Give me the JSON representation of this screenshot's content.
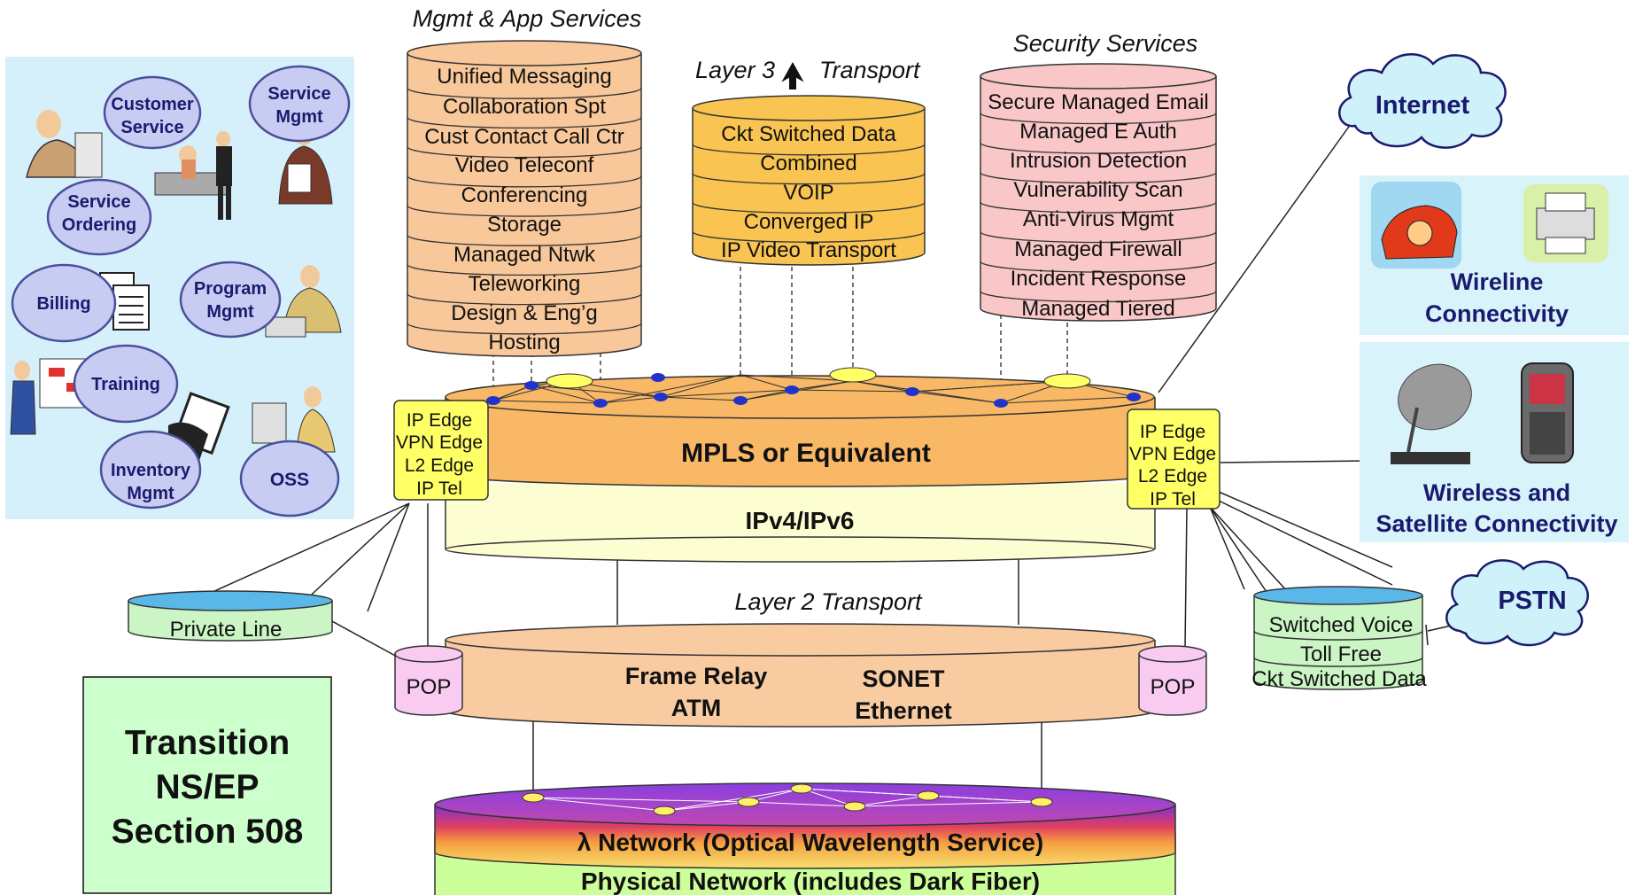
{
  "palette": {
    "mgmt_fill": "#F9C89A",
    "layer3_fill": "#F9C451",
    "security_fill": "#F9C7C8",
    "left_panel": "#D6F0FB",
    "right_panel": "#D9F3FB",
    "cloud": "#CFF1FA",
    "mpls": "#F8B866",
    "ipv": "#FDFDD2",
    "layer2": "#F9CBA0",
    "edge_box": "#FFFF66",
    "pop": "#FACBF1",
    "green_db": "#CBF5C5",
    "transition_box": "#CCFFCC",
    "node": "#2233CC"
  },
  "headings": {
    "mgmt": "Mgmt & App Services",
    "layer3_pre": "Layer 3",
    "layer3_post": "Transport",
    "security": "Security Services",
    "layer2": "Layer 2  Transport"
  },
  "mgmt_services": [
    "Unified Messaging",
    "Collaboration Spt",
    "Cust Contact Call Ctr",
    "Video Teleconf",
    "Conferencing",
    "Storage",
    "Managed Ntwk",
    "Teleworking",
    "Design & Eng’g",
    "Hosting"
  ],
  "layer3_services": [
    "Ckt Switched Data",
    "Combined",
    "VOIP",
    "Converged IP",
    "IP Video Transport"
  ],
  "security_services": [
    "Secure Managed Email",
    "Managed E Auth",
    "Intrusion Detection",
    "Vulnerability Scan",
    "Anti-Virus Mgmt",
    "Managed Firewall",
    "Incident Response",
    "Managed Tiered"
  ],
  "left_panel": {
    "ovals": [
      {
        "line1": "Customer",
        "line2": "Service"
      },
      {
        "line1": "Service",
        "line2": "Mgmt"
      },
      {
        "line1": "Service",
        "line2": "Ordering"
      },
      {
        "line1": "Billing",
        "line2": ""
      },
      {
        "line1": "Program",
        "line2": "Mgmt"
      },
      {
        "line1": "Training",
        "line2": ""
      },
      {
        "line1": "Inventory",
        "line2": "Mgmt"
      },
      {
        "line1": "OSS",
        "line2": ""
      }
    ]
  },
  "edge_left": [
    "IP Edge",
    "VPN Edge",
    "L2 Edge",
    "IP Tel"
  ],
  "edge_right": [
    "IP Edge",
    "VPN Edge",
    "L2 Edge",
    "IP Tel"
  ],
  "core": {
    "mpls": "MPLS or Equivalent",
    "ipv": "IPv4/IPv6"
  },
  "layer2": {
    "col1_a": "Frame Relay",
    "col1_b": "ATM",
    "col2_a": "SONET",
    "col2_b": "Ethernet"
  },
  "pop_label": "POP",
  "private_line": "Private Line",
  "pstn_services": [
    "Switched Voice",
    "Toll Free",
    "Ckt Switched Data"
  ],
  "clouds": {
    "internet": "Internet",
    "pstn": "PSTN"
  },
  "right_panels": {
    "wireline": {
      "line1": "Wireline",
      "line2": "Connectivity"
    },
    "wireless": {
      "line1": "Wireless and",
      "line2": "Satellite Connectivity"
    }
  },
  "transition": [
    "Transition",
    "NS/EP",
    "Section 508"
  ],
  "optical": {
    "lambda": "λ Network (Optical Wavelength Service)",
    "physical": "Physical Network (includes Dark Fiber)"
  }
}
